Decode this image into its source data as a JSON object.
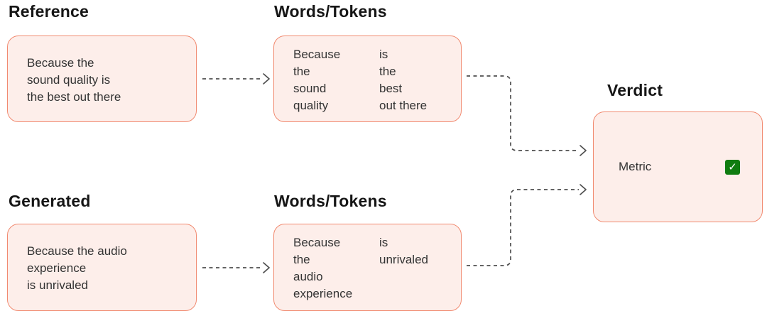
{
  "palette": {
    "box_fill": "#fdeeea",
    "box_border": "#f18a70",
    "heading_text": "#161616",
    "body_text": "#333333",
    "arrow": "#4f4f4f",
    "check_green": "#107c10",
    "check_mark_white": "#ffffff"
  },
  "nodes": {
    "reference": {
      "heading": "Reference",
      "lines": [
        "Because the",
        "sound quality is",
        "the best out there"
      ]
    },
    "tokens_reference": {
      "heading": "Words/Tokens",
      "columns": [
        [
          "Because",
          "the",
          "sound",
          "quality"
        ],
        [
          "is",
          "the",
          "best",
          "out there"
        ]
      ]
    },
    "generated": {
      "heading": "Generated",
      "lines": [
        "Because the audio",
        "experience",
        "is unrivaled"
      ]
    },
    "tokens_generated": {
      "heading": "Words/Tokens",
      "columns": [
        [
          "Because",
          "the",
          "audio",
          "experience"
        ],
        [
          "is",
          "unrivaled"
        ]
      ]
    },
    "verdict": {
      "heading": "Verdict",
      "metric_label": "Metric",
      "check_glyph": "✓"
    }
  }
}
